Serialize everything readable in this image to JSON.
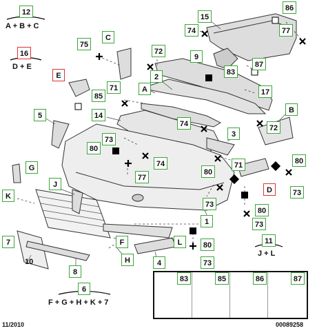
{
  "labels": {
    "n12": "12",
    "n16": "16",
    "n15": "15",
    "n86": "86",
    "n74a": "74",
    "n77a": "77",
    "C": "C",
    "n75": "75",
    "n72a": "72",
    "n9": "9",
    "n83": "83",
    "n87": "87",
    "E": "E",
    "n2": "2",
    "n71a": "71",
    "n85": "85",
    "A": "A",
    "n17": "17",
    "n5": "5",
    "n14": "14",
    "B": "B",
    "n74b": "74",
    "n72b": "72",
    "n3": "3",
    "n73a": "73",
    "n80a": "80",
    "n74c": "74",
    "n71b": "71",
    "n80b": "80",
    "G": "G",
    "n77b": "77",
    "n80c": "80",
    "n80d": "80",
    "J": "J",
    "D": "D",
    "n73b": "73",
    "K": "K",
    "n73c": "73",
    "n1": "1",
    "n7": "7",
    "F": "F",
    "L": "L",
    "n80e": "80",
    "n73d": "73",
    "H": "H",
    "n10": "10",
    "n4": "4",
    "n11": "11",
    "n8": "8",
    "n6": "6",
    "n73e": "73"
  },
  "formulas": {
    "f12": "A + B + C",
    "f16": "D + E",
    "f11": "J + L",
    "f6": "F + G + H + K + 7"
  },
  "legend": [
    "83",
    "85",
    "86",
    "87"
  ],
  "footer": {
    "date": "11/2010",
    "ref": "00089258"
  }
}
